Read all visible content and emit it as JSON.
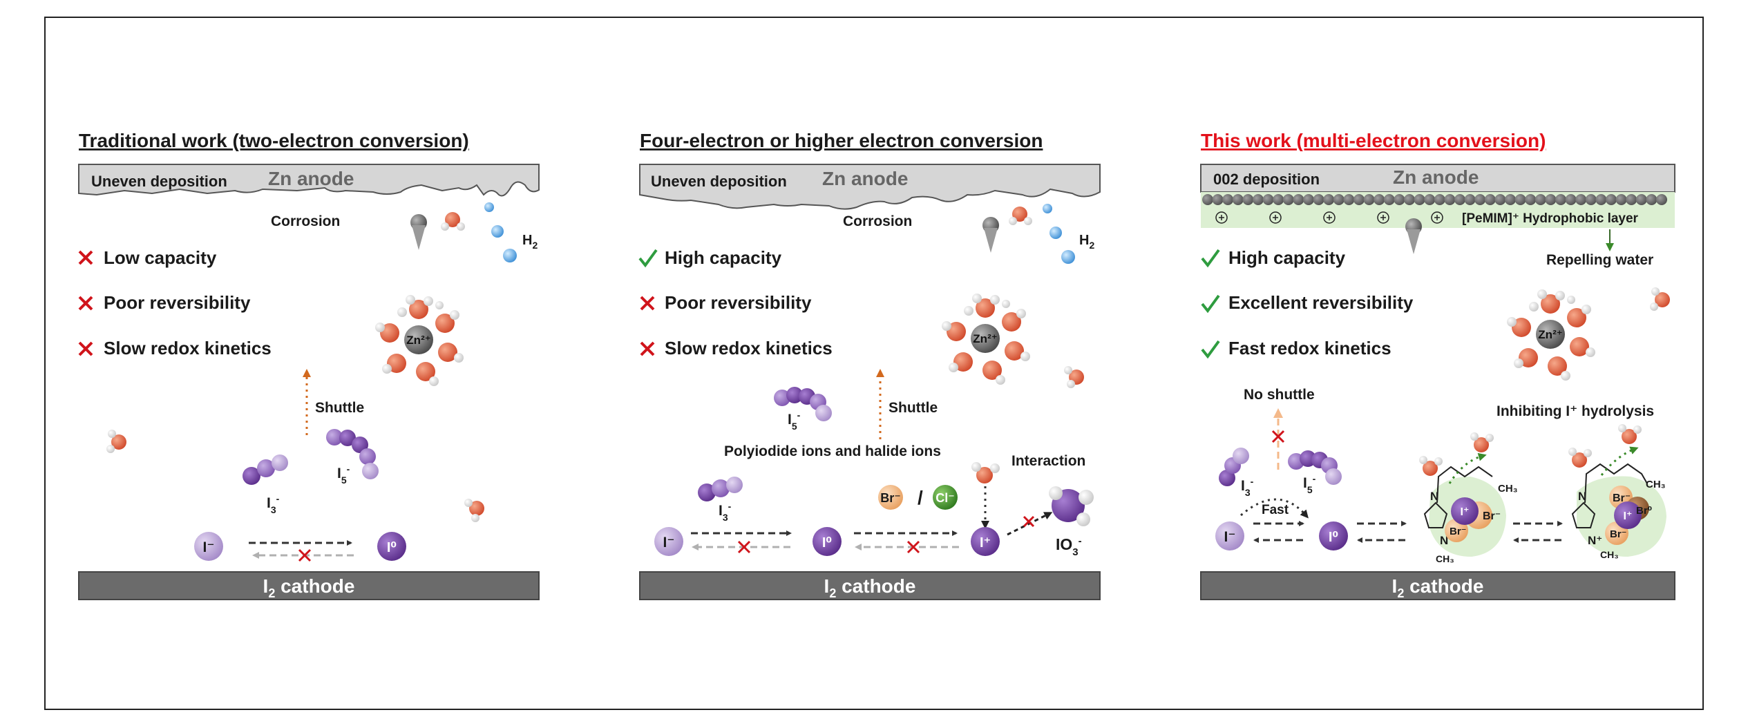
{
  "panels": [
    {
      "title": "Traditional work (two-electron conversion)",
      "title_color": "#1a1a1a",
      "deposition_label": "Uneven deposition",
      "anode_label": "Zn anode",
      "corrosion_label": "Corrosion",
      "h2_label": "H",
      "h2_sub": "2",
      "items": [
        {
          "mark": "cross",
          "text": "Low capacity"
        },
        {
          "mark": "cross",
          "text": "Poor reversibility"
        },
        {
          "mark": "cross",
          "text": "Slow redox kinetics"
        }
      ],
      "zn_ion_label": "Zn²⁺",
      "shuttle_label": "Shuttle",
      "i3_label": "I",
      "i3_sup": "3",
      "i3_charge": "-",
      "i5_label": "I",
      "i5_sup": "5",
      "i5_charge": "-",
      "iminus_label": "I⁻",
      "i0_label": "I⁰",
      "cathode_label": "I",
      "cathode_sub": "2",
      "cathode_suffix": " cathode"
    },
    {
      "title": "Four-electron or higher electron conversion",
      "title_color": "#1a1a1a",
      "deposition_label": "Uneven deposition",
      "anode_label": "Zn anode",
      "corrosion_label": "Corrosion",
      "h2_label": "H",
      "h2_sub": "2",
      "items": [
        {
          "mark": "check",
          "text": "High capacity"
        },
        {
          "mark": "cross",
          "text": "Poor reversibility"
        },
        {
          "mark": "cross",
          "text": "Slow redox kinetics"
        }
      ],
      "zn_ion_label": "Zn²⁺",
      "shuttle_label": "Shuttle",
      "i5_label": "I",
      "i5_sup": "5",
      "i5_charge": "-",
      "i3_label": "I",
      "i3_sup": "3",
      "i3_charge": "-",
      "polyiodide_label": "Polyiodide ions and halide ions",
      "interaction_label": "Interaction",
      "br_label": "Br⁻",
      "slash_label": "/",
      "cl_label": "Cl⁻",
      "iminus_label": "I⁻",
      "i0_label": "I⁰",
      "iplus_label": "I⁺",
      "io3_label": "IO",
      "io3_sub": "3",
      "io3_charge": "-",
      "cathode_label": "I",
      "cathode_sub": "2",
      "cathode_suffix": " cathode"
    },
    {
      "title": "This work (multi-electron conversion)",
      "title_color": "#e3101a",
      "deposition_label": "002 deposition",
      "anode_label": "Zn anode",
      "layer_label": "[PeMIM]⁺ Hydrophobic layer",
      "repel_label": "Repelling water",
      "items": [
        {
          "mark": "check",
          "text": "High capacity"
        },
        {
          "mark": "check",
          "text": "Excellent  reversibility"
        },
        {
          "mark": "check",
          "text": "Fast redox kinetics"
        }
      ],
      "zn_ion_label": "Zn²⁺",
      "no_shuttle_label": "No shuttle",
      "inhibit_label": "Inhibiting I⁺ hydrolysis",
      "fast_label": "Fast",
      "i3_label": "I",
      "i3_sup": "3",
      "i3_charge": "-",
      "i5_label": "I",
      "i5_sup": "5",
      "i5_charge": "-",
      "iminus_label": "I⁻",
      "i0_label": "I⁰",
      "iplus_label": "I⁺",
      "br_label": "Br⁻",
      "br0_label": "Br⁰",
      "ch3_label": "CH₃",
      "n_label": "N",
      "nplus_label": "N⁺",
      "cathode_label": "I",
      "cathode_sub": "2",
      "cathode_suffix": " cathode"
    }
  ],
  "colors": {
    "title_red": "#e3101a",
    "check_green": "#2e9c3f",
    "cross_red": "#d0141b",
    "anode_fill": "#d6d6d6",
    "cathode_fill": "#6b6b6b",
    "iodine_dark": "#6d3d9c",
    "iodine_light": "#b9a3d4",
    "oxygen": "#e2694a",
    "hydrogen": "#e6e6e6",
    "h2_blue": "#5aa7e0",
    "br_orange": "#f0b27a",
    "cl_green": "#3f8f2e",
    "layer_green": "#dcefd2",
    "shuttle_orange": "#d2691e"
  }
}
